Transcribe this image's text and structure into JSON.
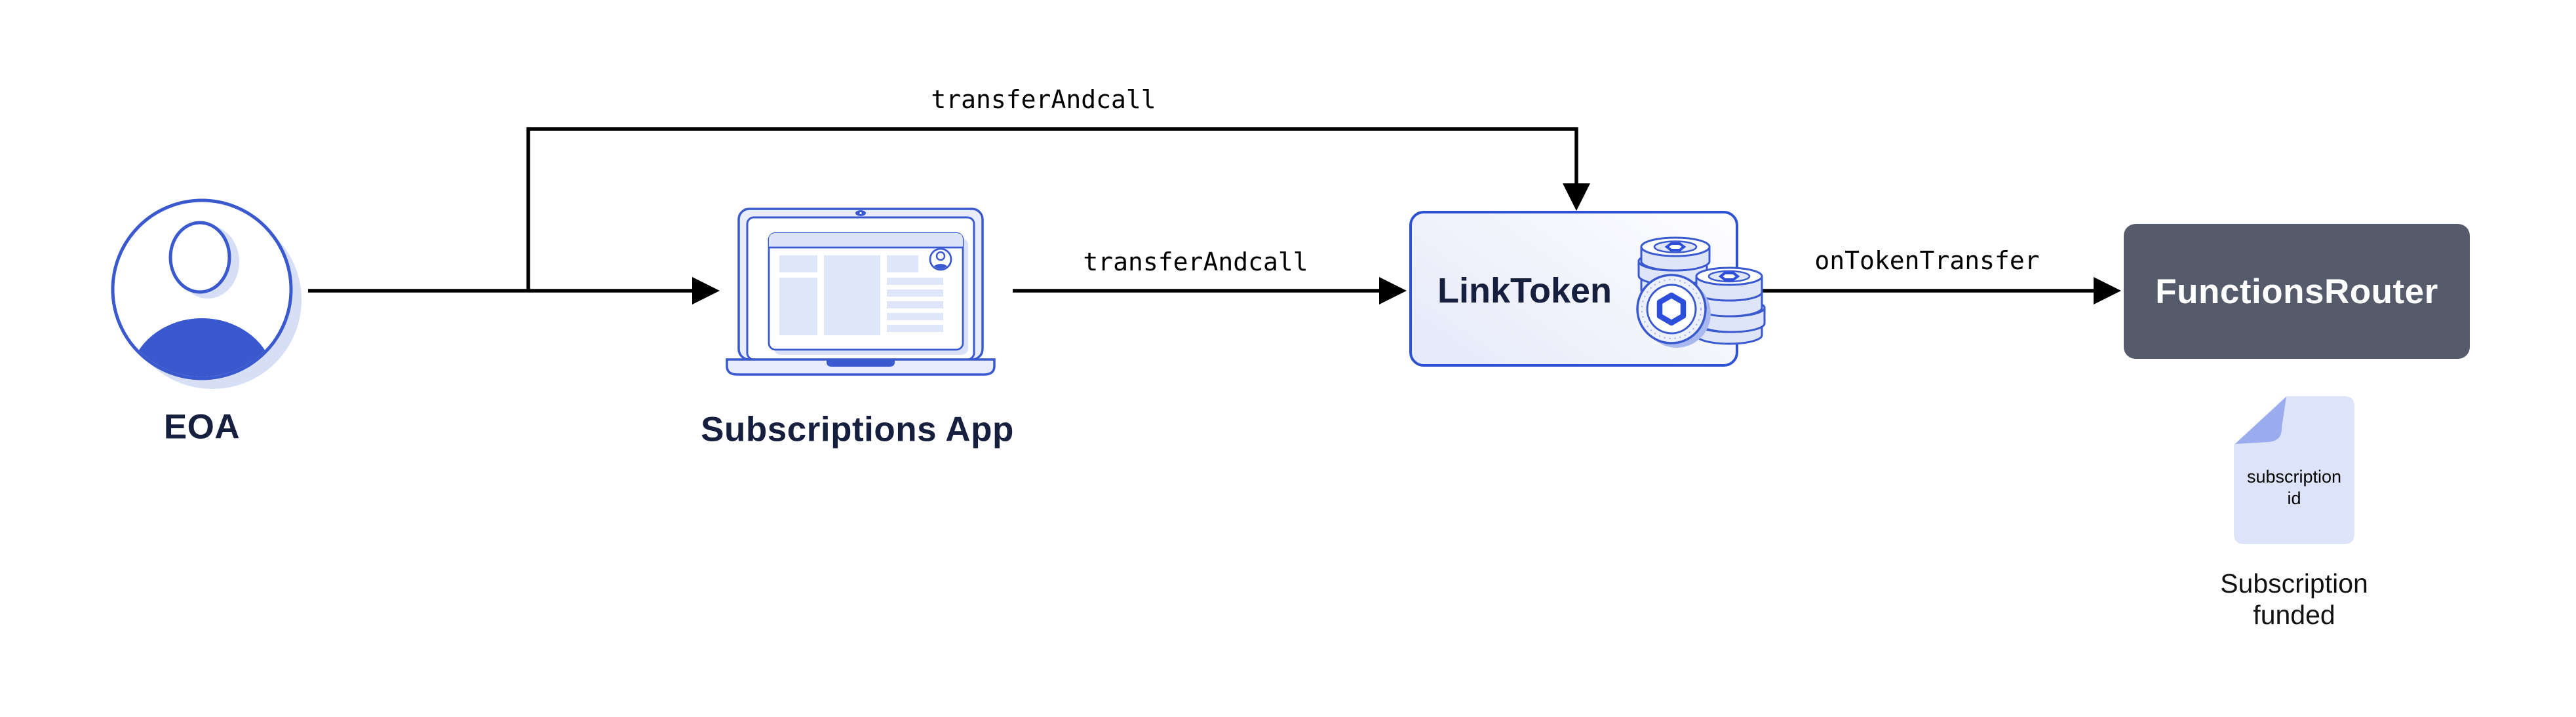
{
  "nodes": {
    "eoa": {
      "label": "EOA"
    },
    "app": {
      "label": "Subscriptions App"
    },
    "link_token": {
      "label": "LinkToken"
    },
    "functions_router": {
      "label": "FunctionsRouter"
    },
    "subscription_doc": {
      "doc_lines": [
        "subscription",
        "id"
      ],
      "caption_lines": [
        "Subscription",
        "funded"
      ]
    }
  },
  "edges": {
    "top_bypass": {
      "from": "eoa",
      "to": "link_token",
      "label": "transferAndcall"
    },
    "app_to_token": {
      "from": "app",
      "to": "link_token",
      "label": "transferAndcall"
    },
    "token_to_router": {
      "from": "link_token",
      "to": "functions_router",
      "label": "onTokenTransfer"
    }
  },
  "icons": {
    "eoa": "user-avatar-icon",
    "app": "laptop-browser-icon",
    "link_token": "coin-stack-icon",
    "subscription_doc": "document-folded-corner-icon"
  },
  "colors": {
    "accent_blue": "#3a59cf",
    "outline_blue": "#2e52d4",
    "navy_text": "#16203e",
    "slate_box": "#555b6a",
    "lavender": "#e9edfb",
    "lavender_deep": "#dde3f8",
    "doc_fold": "#9aaced",
    "drop_shadow": "#d6dff6",
    "arrow": "#000000"
  }
}
